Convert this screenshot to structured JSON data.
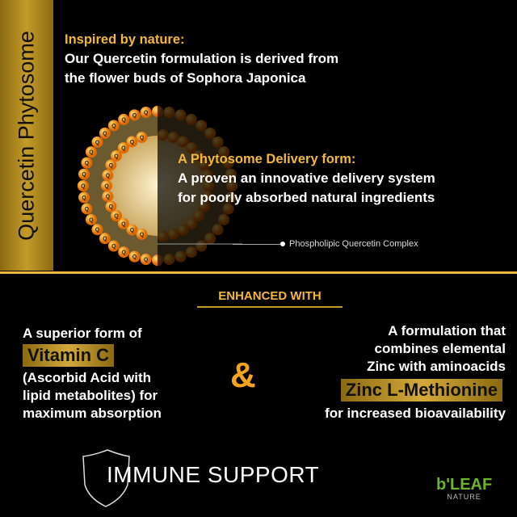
{
  "sidebar": {
    "title": "Quercetin Phytosome"
  },
  "section1": {
    "heading": "Inspired by nature:",
    "lines": [
      "Our Quercetin formulation is derived from",
      "the flower buds of Sophora Japonica"
    ]
  },
  "section2": {
    "heading": "A Phytosome Delivery form:",
    "lines": [
      "A proven an innovative  delivery system",
      "for poorly absorbed natural ingredients"
    ]
  },
  "diagram": {
    "caption": "Phospholipic Quercetin Complex",
    "bead_label": "Q"
  },
  "enhanced": {
    "title": "ENHANCED WITH"
  },
  "left": {
    "intro": "A superior form of",
    "badge": "Vitamin C",
    "lines": [
      "(Ascorbid Acid with",
      "lipid metabolites) for",
      "maximum absorption"
    ]
  },
  "ampersand": "&",
  "right": {
    "lines": [
      "A formulation that",
      "combines elemental",
      "Zinc with aminoacids"
    ],
    "badge": "Zinc L-Methionine",
    "footer": "for increased bioavailability"
  },
  "bottom": {
    "title": "IMMUNE SUPPORT",
    "icon": "shield-icon"
  },
  "logo": {
    "brand": "b'LEAF",
    "sub": "NATURE"
  },
  "colors": {
    "gold": "#f2b73c",
    "accent": "#c49b2a",
    "logo_green": "#6bb52b"
  }
}
